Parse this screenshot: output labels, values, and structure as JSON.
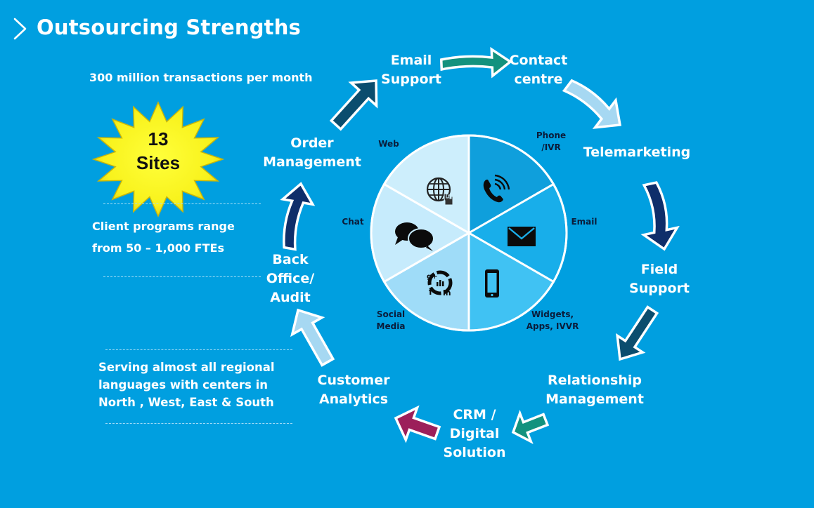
{
  "header": {
    "title": "Outsourcing Strengths",
    "chevron_icon": "chevron-right-icon"
  },
  "stats": {
    "transactions": "300 million transactions  per month",
    "sites_badge": {
      "number": "13",
      "label": "Sites",
      "shape": "starburst",
      "color": "#f7f01a"
    },
    "client_programs_line1": "Client programs range",
    "client_programs_line2": "from  50 – 1,000 FTEs",
    "languages_line1": "Serving almost all regional",
    "languages_line2": "languages with centers in",
    "languages_line3": "North , West, East & South"
  },
  "cycle": {
    "nodes": [
      {
        "id": "email-support",
        "line1": "Email",
        "line2": "Support"
      },
      {
        "id": "contact-centre",
        "line1": "Contact",
        "line2": "centre"
      },
      {
        "id": "telemarketing",
        "line1": "Telemarketing",
        "line2": ""
      },
      {
        "id": "field-support",
        "line1": "Field",
        "line2": "Support"
      },
      {
        "id": "relationship-management",
        "line1": "Relationship",
        "line2": "Management"
      },
      {
        "id": "crm-digital",
        "line1": "CRM /",
        "line2": "Digital",
        "line3": "Solution"
      },
      {
        "id": "customer-analytics",
        "line1": "Customer",
        "line2": "Analytics"
      },
      {
        "id": "back-office",
        "line1": "Back",
        "line2": "Office/",
        "line3": "Audit"
      },
      {
        "id": "order-management",
        "line1": "Order",
        "line2": "Management"
      }
    ],
    "arrow_colors": {
      "order_to_email": "#0b4d6e",
      "email_to_contact": "#13927e",
      "contact_to_tele": "#a6d8f2",
      "tele_to_field": "#0f2e6a",
      "field_to_rel": "#0b4d6e",
      "rel_to_crm": "#13927e",
      "crm_to_analytics": "#9c1f5a",
      "analytics_to_back": "#a6d8f2",
      "back_to_order": "#0f2e6a"
    }
  },
  "channels": {
    "slices": [
      {
        "label_line1": "Phone",
        "label_line2": "/IVR",
        "icon": "phone-icon",
        "color": "#0f9fdc"
      },
      {
        "label_line1": "Email",
        "label_line2": "",
        "icon": "envelope-icon",
        "color": "#18aeea"
      },
      {
        "label_line1": "Widgets,",
        "label_line2": "Apps, IVVR",
        "icon": "smartphone-icon",
        "color": "#40c2f3"
      },
      {
        "label_line1": "Social",
        "label_line2": "Media",
        "icon": "social-media-icon",
        "color": "#9fdcf8"
      },
      {
        "label_line1": "Chat",
        "label_line2": "",
        "icon": "chat-bubbles-icon",
        "color": "#c6ebfc"
      },
      {
        "label_line1": "Web",
        "label_line2": "",
        "icon": "web-globe-icon",
        "color": "#cdeefc"
      }
    ]
  }
}
